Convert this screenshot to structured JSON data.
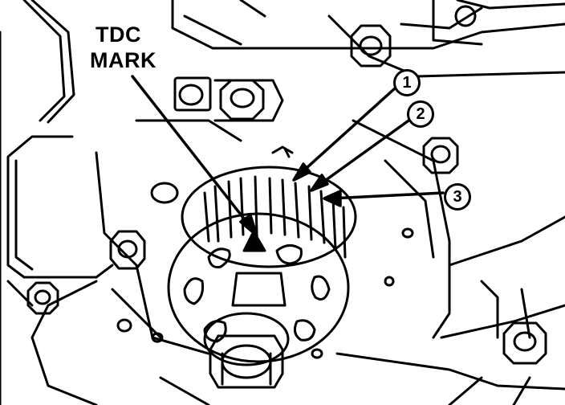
{
  "labels": {
    "tdc_line1": "TDC",
    "tdc_line2": "MARK"
  },
  "callouts": [
    {
      "number": "1"
    },
    {
      "number": "2"
    },
    {
      "number": "3"
    }
  ],
  "colors": {
    "ink": "#000000",
    "paper": "#ffffff"
  }
}
